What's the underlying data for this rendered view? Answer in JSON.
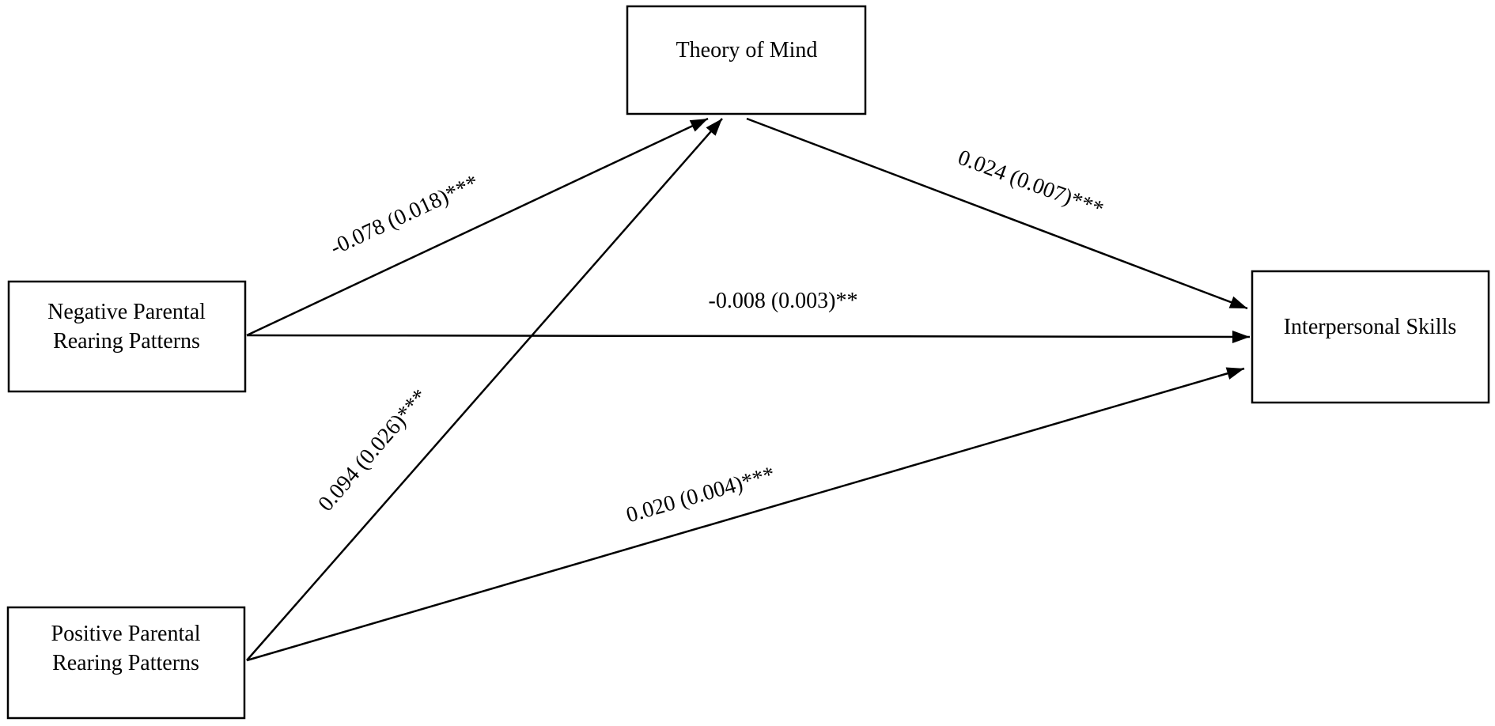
{
  "nodes": {
    "theory_of_mind": {
      "lines": [
        "Theory of Mind"
      ]
    },
    "negative": {
      "lines": [
        "Negative Parental",
        "Rearing Patterns"
      ]
    },
    "positive": {
      "lines": [
        "Positive Parental",
        "Rearing Patterns"
      ]
    },
    "interpersonal": {
      "lines": [
        "Interpersonal Skills"
      ]
    }
  },
  "edges": {
    "neg_to_tom": {
      "from": "Negative Parental Rearing Patterns",
      "to": "Theory of Mind",
      "label": "-0.078 (0.018)***"
    },
    "pos_to_tom": {
      "from": "Positive Parental Rearing Patterns",
      "to": "Theory of Mind",
      "label": "0.094 (0.026)***"
    },
    "tom_to_skills": {
      "from": "Theory of Mind",
      "to": "Interpersonal Skills",
      "label": "0.024 (0.007)***"
    },
    "neg_to_skills": {
      "from": "Negative Parental Rearing Patterns",
      "to": "Interpersonal Skills",
      "label": "-0.008 (0.003)**"
    },
    "pos_to_skills": {
      "from": "Positive Parental Rearing Patterns",
      "to": "Interpersonal Skills",
      "label": "0.020 (0.004)***"
    }
  },
  "colors": {
    "stroke": "#000000",
    "background": "#ffffff"
  }
}
